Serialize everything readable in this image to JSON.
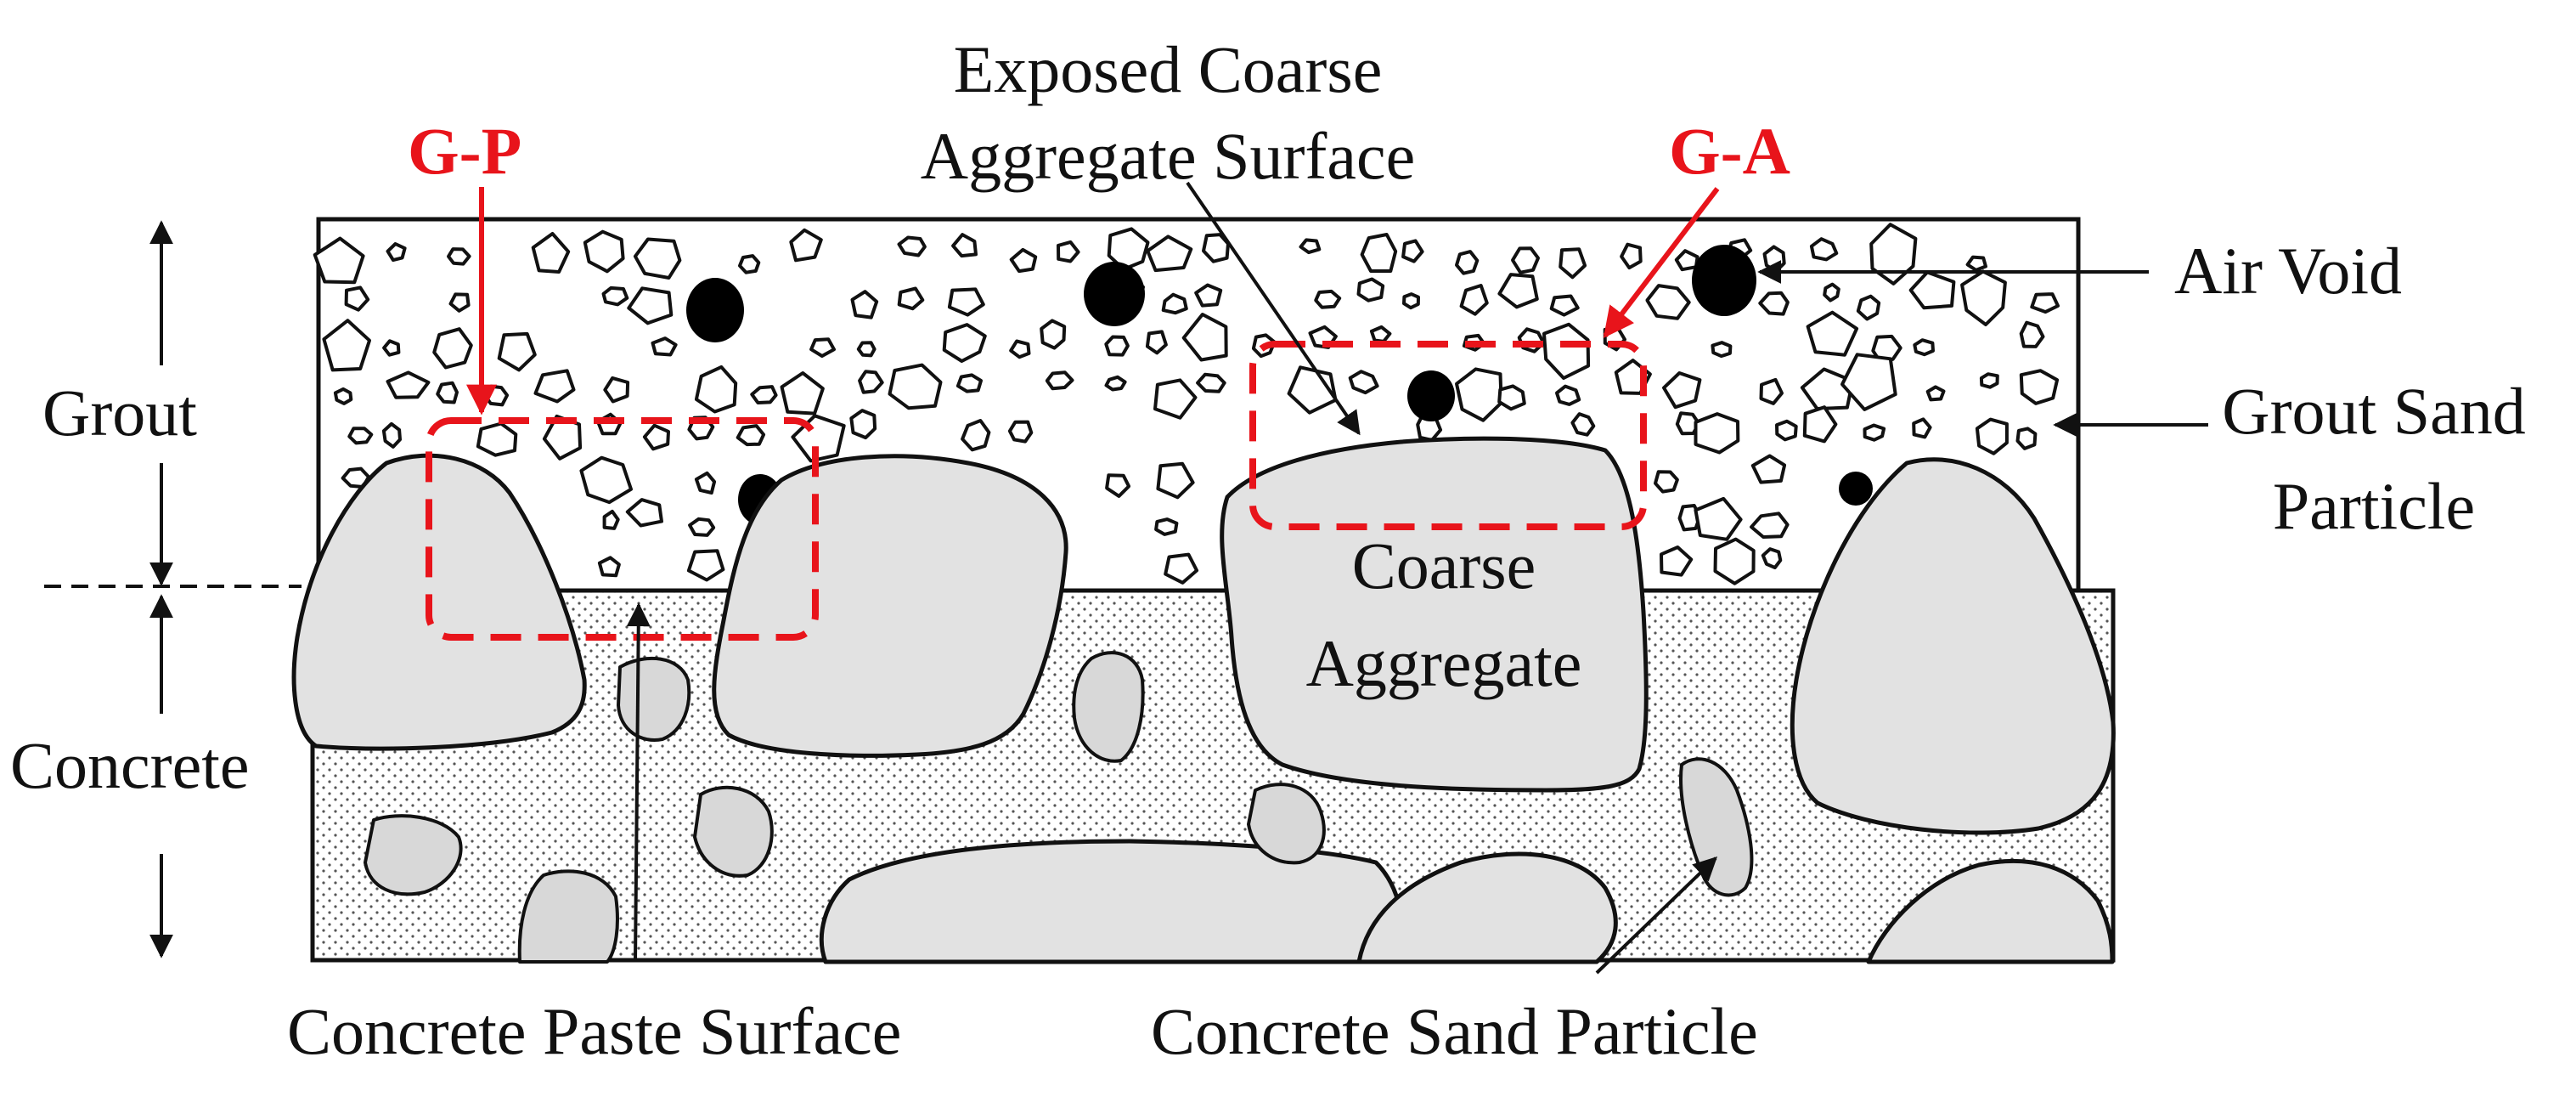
{
  "labels": {
    "gp": "G-P",
    "ga": "G-A",
    "exposed_line1": "Exposed Coarse",
    "exposed_line2": "Aggregate Surface",
    "air_void": "Air Void",
    "grout": "Grout",
    "grout_sand_line1": "Grout Sand",
    "grout_sand_line2": "Particle",
    "coarse_line1": "Coarse",
    "coarse_line2": "Aggregate",
    "concrete": "Concrete",
    "concrete_paste": "Concrete Paste Surface",
    "concrete_sand": "Concrete Sand Particle"
  },
  "colors": {
    "outline": "#111111",
    "highlight": "#e8141b",
    "aggregate_fill": "#e2e2e2",
    "background": "#ffffff"
  }
}
